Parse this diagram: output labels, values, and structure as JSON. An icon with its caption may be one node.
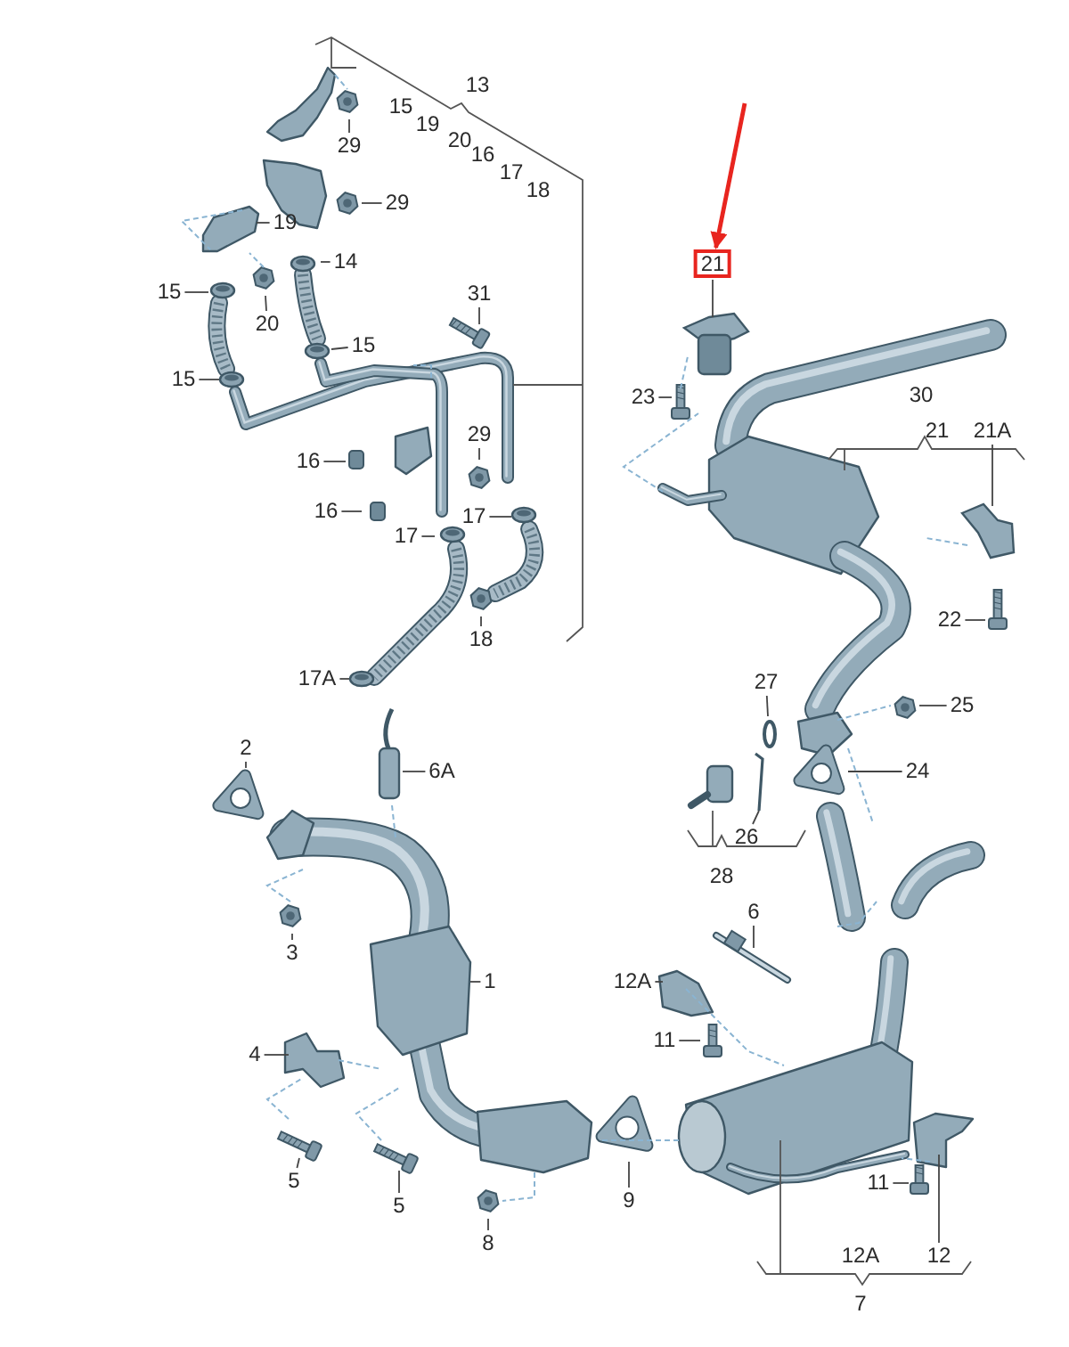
{
  "diagram": {
    "nodes": [
      {
        "text": [
          "29"
        ]
      },
      {
        "text": [
          "29"
        ]
      },
      {
        "text": [
          "19"
        ]
      },
      {
        "text": [
          "14"
        ]
      },
      {
        "text": [
          "21"
        ]
      },
      {
        "text": [
          "15"
        ]
      },
      {
        "text": [
          "20"
        ]
      },
      {
        "text": [
          "31"
        ]
      },
      {
        "text": [
          "15"
        ]
      },
      {
        "text": [
          "15"
        ]
      },
      {
        "text": [
          "23"
        ]
      },
      {
        "text": [
          "21A"
        ]
      },
      {
        "text": [
          "16"
        ]
      },
      {
        "text": [
          "29"
        ]
      },
      {
        "text": [
          "16"
        ]
      },
      {
        "text": [
          "17"
        ]
      },
      {
        "text": [
          "17"
        ]
      },
      {
        "text": [
          "18"
        ]
      },
      {
        "text": [
          "22"
        ]
      },
      {
        "text": [
          "17A"
        ]
      },
      {
        "text": [
          "27"
        ]
      },
      {
        "text": [
          "25"
        ]
      },
      {
        "text": [
          "2"
        ]
      },
      {
        "text": [
          "6A"
        ]
      },
      {
        "text": [
          "24"
        ]
      },
      {
        "text": [
          "26"
        ]
      },
      {
        "text": [
          "3"
        ]
      },
      {
        "text": [
          "6"
        ]
      },
      {
        "text": [
          "1"
        ]
      },
      {
        "text": [
          "12A"
        ]
      },
      {
        "text": [
          "11"
        ]
      },
      {
        "text": [
          "4"
        ]
      },
      {
        "text": [
          "5"
        ]
      },
      {
        "text": [
          "5"
        ]
      },
      {
        "text": [
          "9"
        ]
      },
      {
        "text": [
          "11"
        ]
      },
      {
        "text": [
          "8"
        ]
      },
      {
        "text": [
          "12"
        ]
      }
    ],
    "edges": [
      {
        "from": 0,
        "to": null,
        "arrow": "none"
      },
      {
        "from": 1,
        "to": null,
        "arrow": "none"
      },
      {
        "from": 2,
        "to": null,
        "arrow": "none"
      },
      {
        "from": 3,
        "to": null,
        "arrow": "none"
      },
      {
        "from": 4,
        "to": null,
        "arrow": "none"
      },
      {
        "from": 5,
        "to": null,
        "arrow": "none"
      },
      {
        "from": 6,
        "to": null,
        "arrow": "none"
      },
      {
        "from": 7,
        "to": null,
        "arrow": "none"
      },
      {
        "from": 8,
        "to": null,
        "arrow": "none"
      },
      {
        "from": 9,
        "to": null,
        "arrow": "none"
      },
      {
        "from": 10,
        "to": null,
        "arrow": "none"
      },
      {
        "from": 11,
        "to": null,
        "arrow": "none"
      },
      {
        "from": 12,
        "to": null,
        "arrow": "none"
      },
      {
        "from": 13,
        "to": null,
        "arrow": "none"
      },
      {
        "from": 14,
        "to": null,
        "arrow": "none"
      },
      {
        "from": 15,
        "to": null,
        "arrow": "none"
      },
      {
        "from": 16,
        "to": null,
        "arrow": "none"
      },
      {
        "from": 17,
        "to": null,
        "arrow": "none"
      },
      {
        "from": 18,
        "to": null,
        "arrow": "none"
      },
      {
        "from": 19,
        "to": null,
        "arrow": "none"
      },
      {
        "from": 20,
        "to": null,
        "arrow": "none"
      },
      {
        "from": 21,
        "to": null,
        "arrow": "none"
      },
      {
        "from": 22,
        "to": null,
        "arrow": "none"
      },
      {
        "from": 23,
        "to": null,
        "arrow": "none"
      },
      {
        "from": 24,
        "to": null,
        "arrow": "none"
      },
      {
        "from": 25,
        "to": null,
        "arrow": "none"
      },
      {
        "from": 26,
        "to": null,
        "arrow": "none"
      },
      {
        "from": 27,
        "to": null,
        "arrow": "none"
      },
      {
        "from": 28,
        "to": null,
        "arrow": "none"
      },
      {
        "from": 29,
        "to": null,
        "arrow": "none"
      },
      {
        "from": 30,
        "to": null,
        "arrow": "none"
      },
      {
        "from": 31,
        "to": null,
        "arrow": "none"
      },
      {
        "from": 32,
        "to": null,
        "arrow": "none"
      },
      {
        "from": 33,
        "to": null,
        "arrow": "none"
      },
      {
        "from": 34,
        "to": null,
        "arrow": "none"
      },
      {
        "from": 35,
        "to": null,
        "arrow": "none"
      },
      {
        "from": 36,
        "to": null,
        "arrow": "none"
      },
      {
        "from": 37,
        "to": null,
        "arrow": "none"
      },
      {
        "from": null,
        "to": 4,
        "arrow": "to",
        "style": "thick",
        "color": "#e8251f"
      }
    ],
    "labels": [
      "13",
      "15",
      "19",
      "20",
      "16",
      "17",
      "18",
      "30",
      "21",
      "28",
      "12A",
      "7"
    ]
  }
}
